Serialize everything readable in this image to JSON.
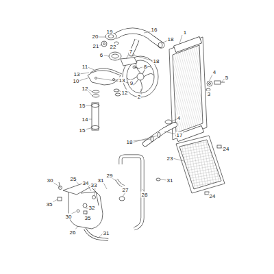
{
  "diagram": {
    "labels": [
      "1",
      "16",
      "19",
      "20",
      "22",
      "21",
      "18",
      "6",
      "7",
      "18",
      "8",
      "11",
      "13",
      "10",
      "13",
      "9",
      "4",
      "5",
      "3",
      "12",
      "12",
      "2",
      "15",
      "14",
      "15",
      "4",
      "17",
      "18",
      "24",
      "23",
      "29",
      "31",
      "31",
      "25",
      "34",
      "33",
      "30",
      "27",
      "28",
      "35",
      "32",
      "30",
      "35",
      "24",
      "26",
      "31"
    ]
  }
}
